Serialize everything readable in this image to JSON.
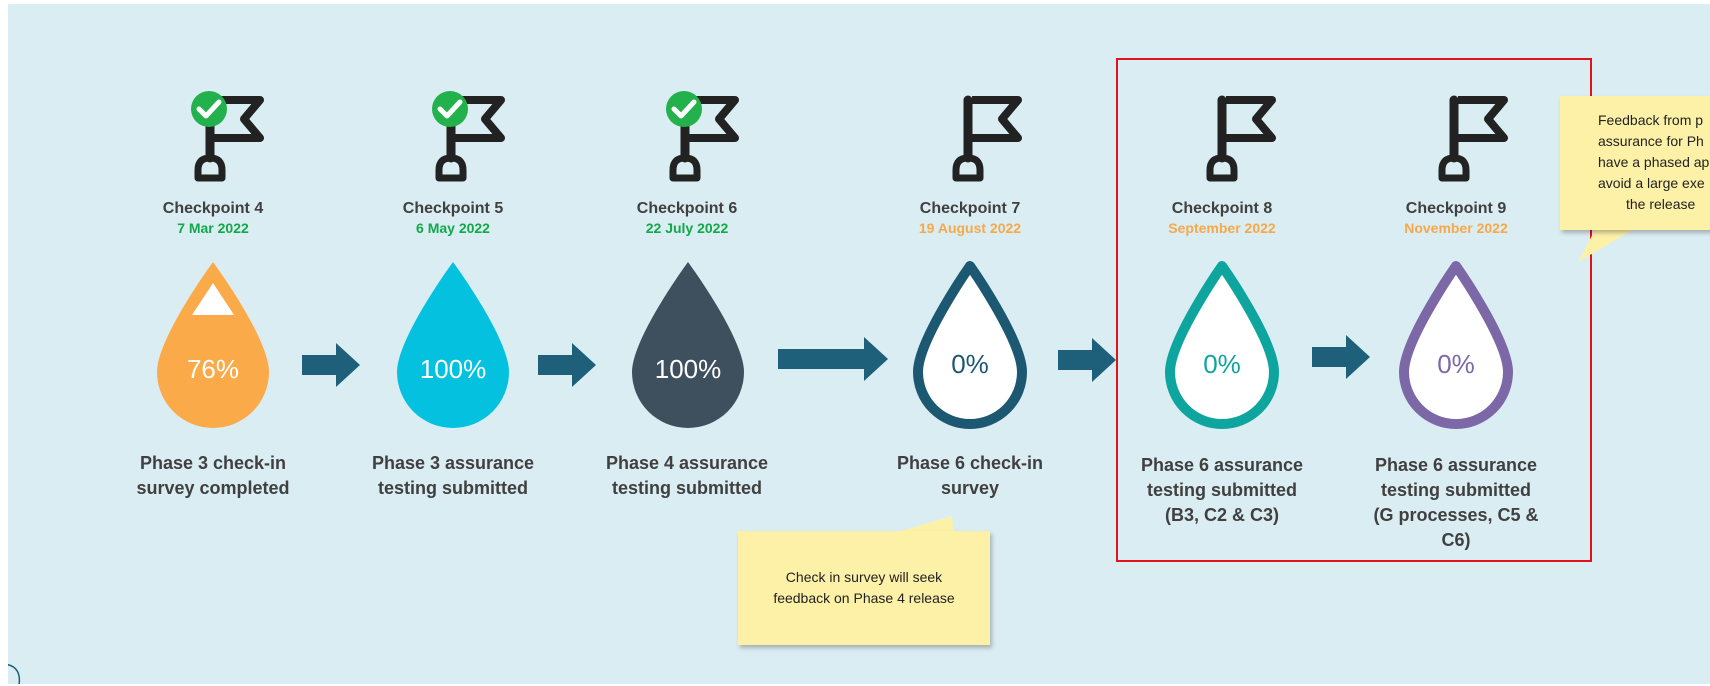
{
  "checkpoints": [
    {
      "title": "Checkpoint 4",
      "date": "7 Mar 2022",
      "date_color": "#12a84a",
      "completed": true,
      "percent": "76%",
      "fill": "#fbaa4a",
      "style": "solid",
      "text_color": "#ffffff",
      "warning": true,
      "desc_lines": [
        "Phase 3 check-in",
        "survey completed"
      ]
    },
    {
      "title": "Checkpoint 5",
      "date": "6 May 2022",
      "date_color": "#12a84a",
      "completed": true,
      "percent": "100%",
      "fill": "#05c1e0",
      "style": "solid",
      "text_color": "#ffffff",
      "warning": false,
      "desc_lines": [
        "Phase 3 assurance",
        "testing submitted"
      ]
    },
    {
      "title": "Checkpoint 6",
      "date": "22 July 2022",
      "date_color": "#12a84a",
      "completed": true,
      "percent": "100%",
      "fill": "#3e4f5e",
      "style": "solid",
      "text_color": "#ffffff",
      "warning": false,
      "desc_lines": [
        "Phase 4 assurance",
        "testing submitted"
      ]
    },
    {
      "title": "Checkpoint 7",
      "date": "19 August 2022",
      "date_color": "#f7a849",
      "completed": false,
      "percent": "0%",
      "fill": "#1c5872",
      "style": "outline",
      "text_color": "#1c5872",
      "warning": false,
      "desc_lines": [
        "Phase 6 check-in",
        "survey"
      ]
    },
    {
      "title": "Checkpoint 8",
      "date": "September 2022",
      "date_color": "#f7a849",
      "completed": false,
      "percent": "0%",
      "fill": "#0ea59e",
      "style": "outline",
      "text_color": "#0ea59e",
      "warning": false,
      "desc_lines": [
        "Phase 6 assurance",
        "testing submitted",
        "(B3, C2 & C3)"
      ]
    },
    {
      "title": "Checkpoint 9",
      "date": "November 2022",
      "date_color": "#f7a849",
      "completed": false,
      "percent": "0%",
      "fill": "#7c68a7",
      "style": "outline",
      "text_color": "#7c68a7",
      "warning": false,
      "desc_lines": [
        "Phase 6 assurance",
        "testing submitted",
        "(G processes, C5 &",
        "C6)"
      ]
    }
  ],
  "notes": {
    "checkin": {
      "lines": [
        "Check in survey will seek",
        "feedback on Phase 4 release"
      ]
    },
    "feedback": {
      "lines": [
        "Feedback from p",
        "assurance for Ph",
        "have a phased ap",
        "avoid a large exe",
        "the release"
      ]
    }
  },
  "colors": {
    "background": "#daedf2",
    "arrow": "#1e5f7a",
    "flag": "#222222",
    "check": "#22b14c",
    "highlight_border": "#e0121b",
    "note": "#fdf1a8"
  }
}
